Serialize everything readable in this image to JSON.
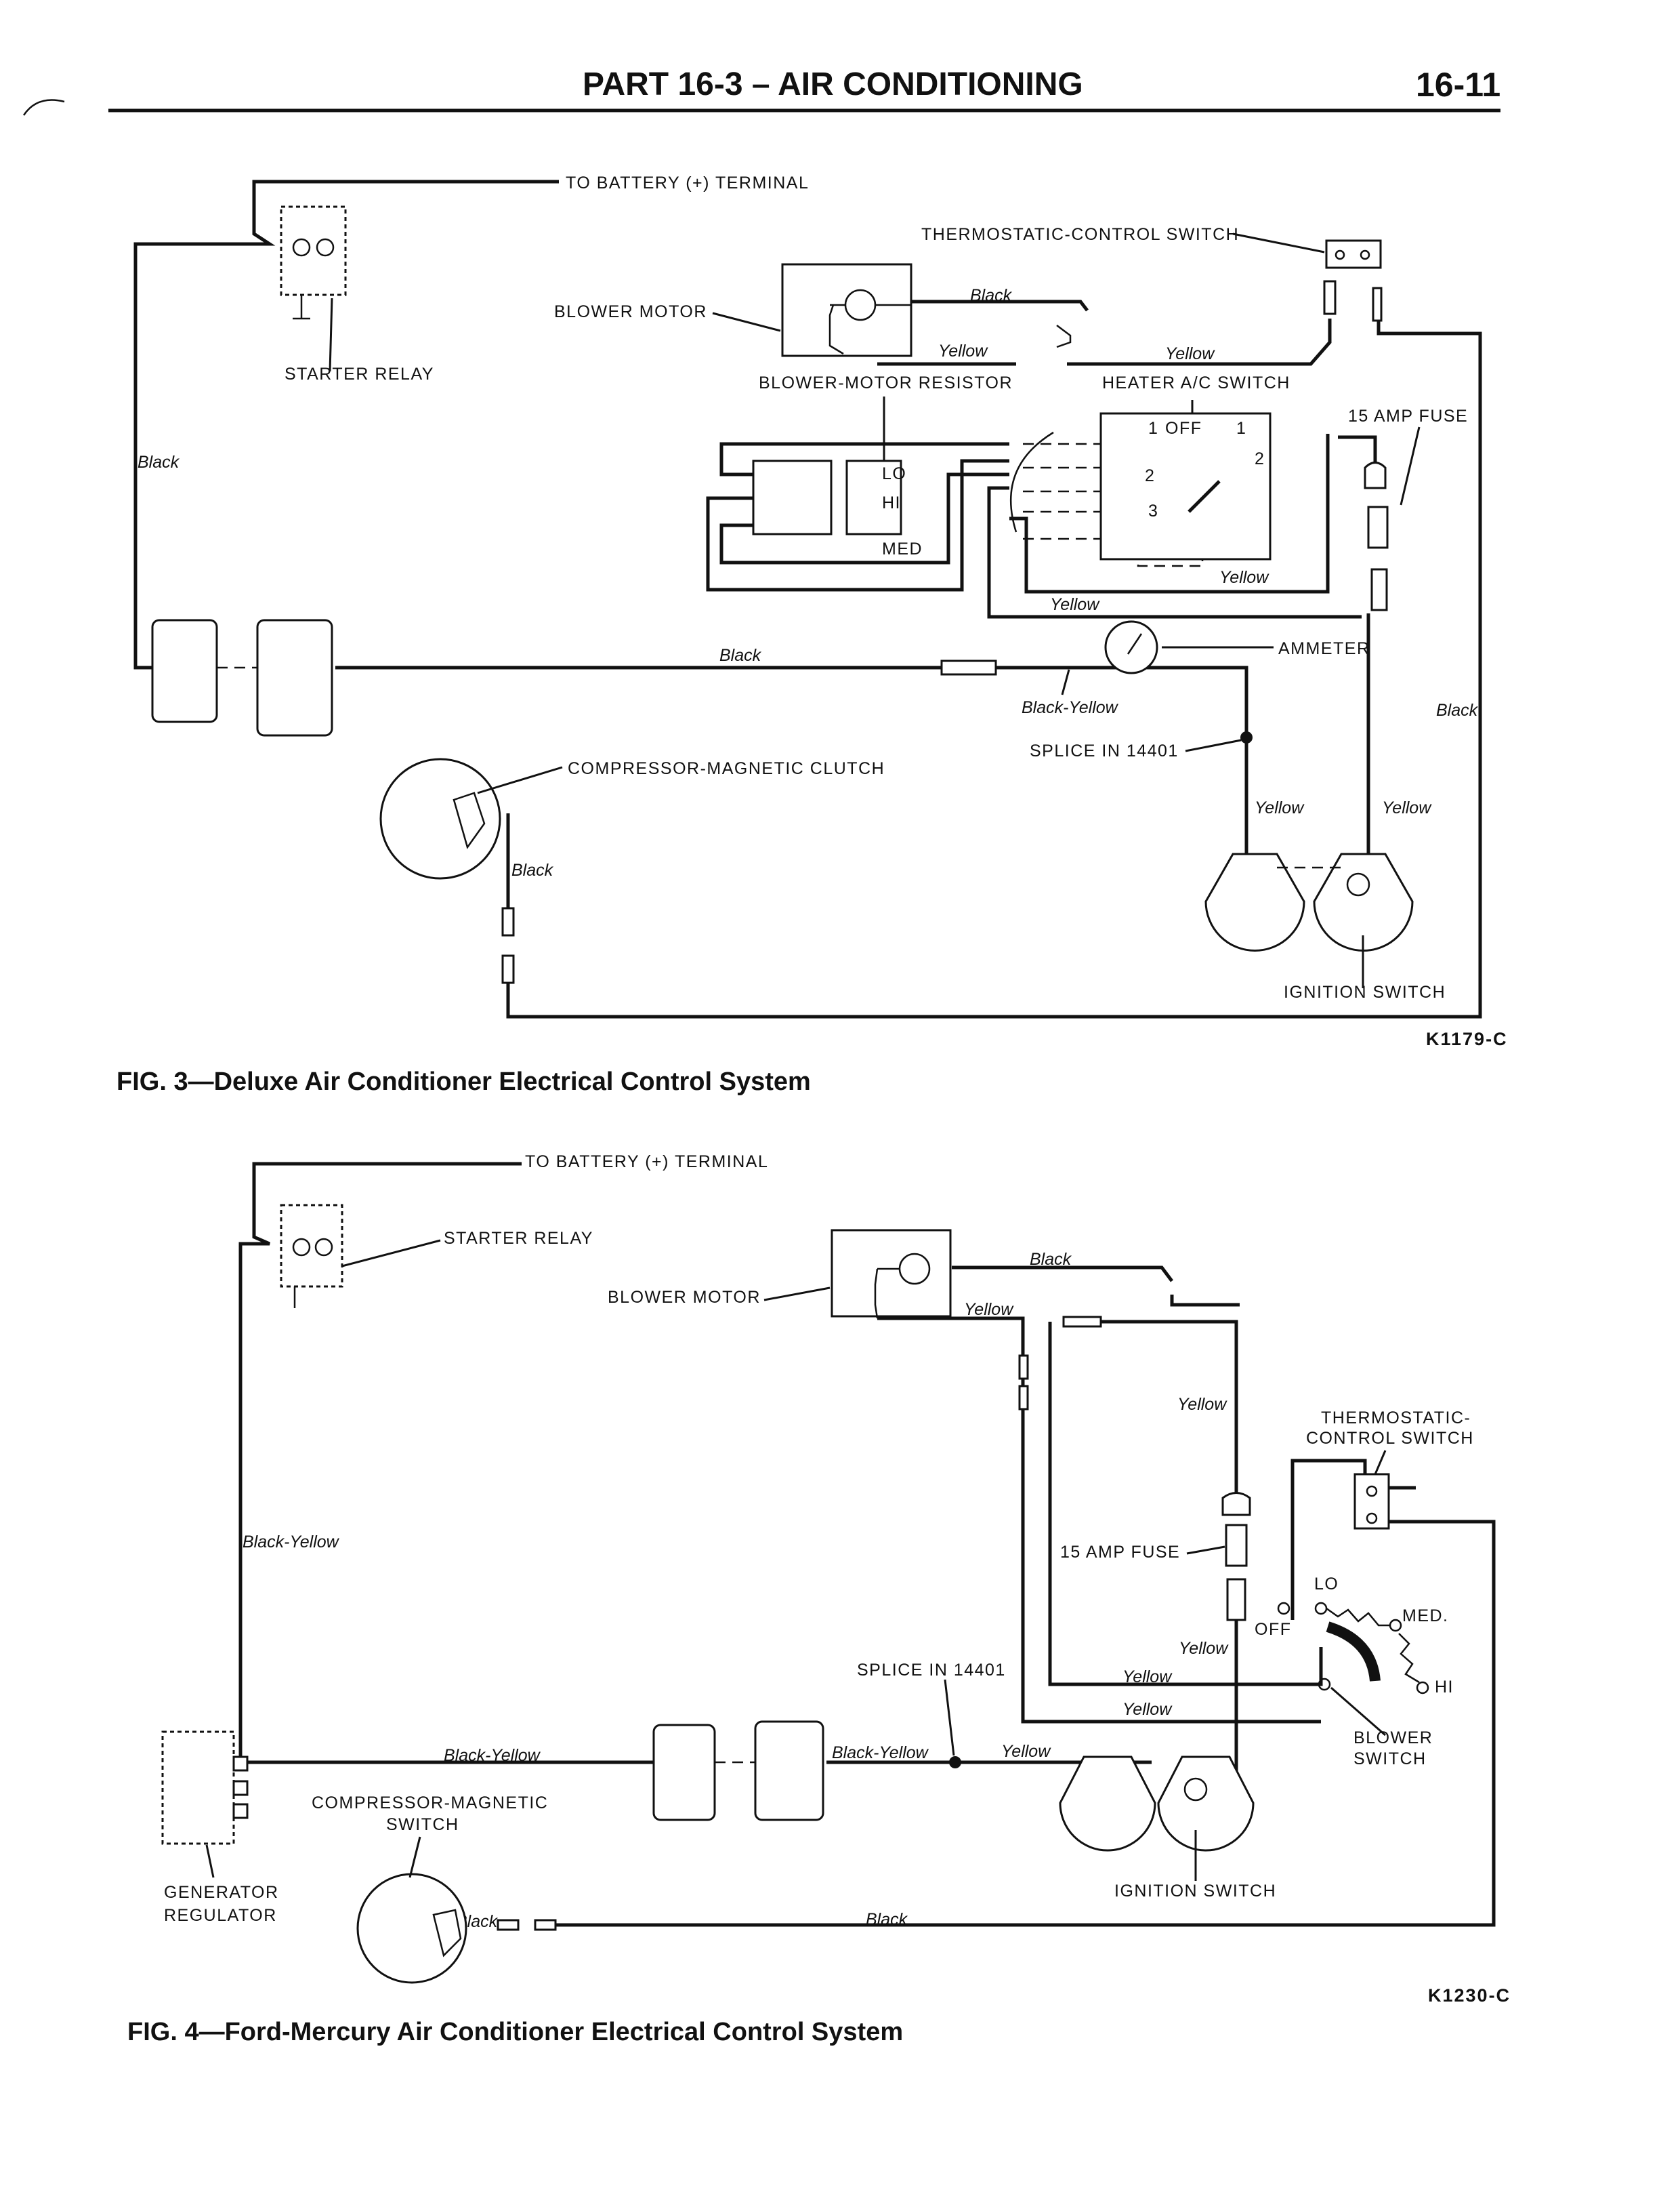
{
  "header": {
    "part_title": "PART 16-3 – AIR CONDITIONING",
    "page_number": "16-11"
  },
  "fig3": {
    "caption": "FIG. 3—Deluxe Air Conditioner Electrical Control System",
    "code": "K1179-C",
    "labels": {
      "battery": "TO BATTERY (+) TERMINAL",
      "starter_relay": "STARTER RELAY",
      "thermostatic_switch": "THERMOSTATIC-CONTROL SWITCH",
      "blower_motor": "BLOWER MOTOR",
      "blower_resistor": "BLOWER-MOTOR RESISTOR",
      "heater_switch": "HEATER A/C SWITCH",
      "fuse": "15 AMP FUSE",
      "ammeter": "AMMETER",
      "splice": "SPLICE IN 14401",
      "clutch": "COMPRESSOR-MAGNETIC CLUTCH",
      "ignition": "IGNITION SWITCH",
      "lo": "LO",
      "hi": "HI",
      "med": "MED",
      "off": "OFF",
      "pos1a": "1",
      "pos1b": "1",
      "pos2a": "2",
      "pos2b": "2",
      "pos3": "3"
    },
    "wires": {
      "black_top": "Black",
      "yellow_1": "Yellow",
      "yellow_2": "Yellow",
      "yellow_3": "Yellow",
      "yellow_4": "Yellow",
      "black_left": "Black",
      "black_mid": "Black",
      "black_yellow": "Black-Yellow",
      "black_right": "Black",
      "yellow_5": "Yellow",
      "yellow_6": "Yellow",
      "black_clutch": "Black"
    }
  },
  "fig4": {
    "caption": "FIG. 4—Ford-Mercury Air Conditioner Electrical Control System",
    "code": "K1230-C",
    "labels": {
      "battery": "TO BATTERY (+) TERMINAL",
      "starter_relay": "STARTER RELAY",
      "blower_motor": "BLOWER MOTOR",
      "thermostatic_switch_1": "THERMOSTATIC-",
      "thermostatic_switch_2": "CONTROL SWITCH",
      "fuse": "15 AMP FUSE",
      "splice": "SPLICE IN 14401",
      "lo": "LO",
      "med": "MED.",
      "off": "OFF",
      "hi": "HI",
      "blower_switch_1": "BLOWER",
      "blower_switch_2": "SWITCH",
      "clutch_1": "COMPRESSOR-MAGNETIC",
      "clutch_2": "SWITCH",
      "regulator_1": "GENERATOR",
      "regulator_2": "REGULATOR",
      "ignition": "IGNITION SWITCH"
    },
    "wires": {
      "black_top": "Black",
      "yellow_1": "Yellow",
      "yellow_2": "Yellow",
      "black_yellow_left": "Black-Yellow",
      "black_yellow_1": "Black-Yellow",
      "black_yellow_2": "Black-Yellow",
      "yellow_3": "Yellow",
      "yellow_4": "Yellow",
      "yellow_5": "Yellow",
      "yellow_6": "Yellow",
      "black_clutch": "Black",
      "black_bottom": "Black"
    }
  }
}
